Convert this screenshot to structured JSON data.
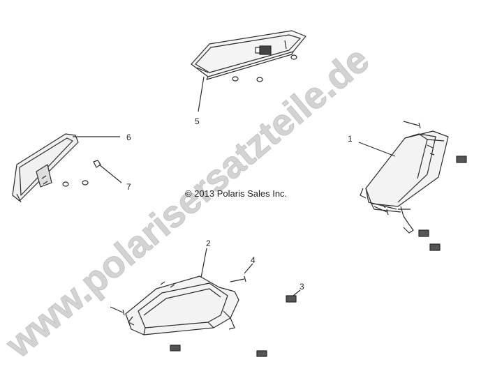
{
  "copyright": "© 2013 Polaris Sales Inc.",
  "watermark": "www.polarisersatzteile.de",
  "callouts": {
    "c1": "1",
    "c2": "2",
    "c3": "3",
    "c4": "4",
    "c5": "5",
    "c6": "6",
    "c7": "7"
  },
  "colors": {
    "line": "#2a2a2a",
    "watermark": "#d0d0d0",
    "shade": "#e6e6e6"
  }
}
